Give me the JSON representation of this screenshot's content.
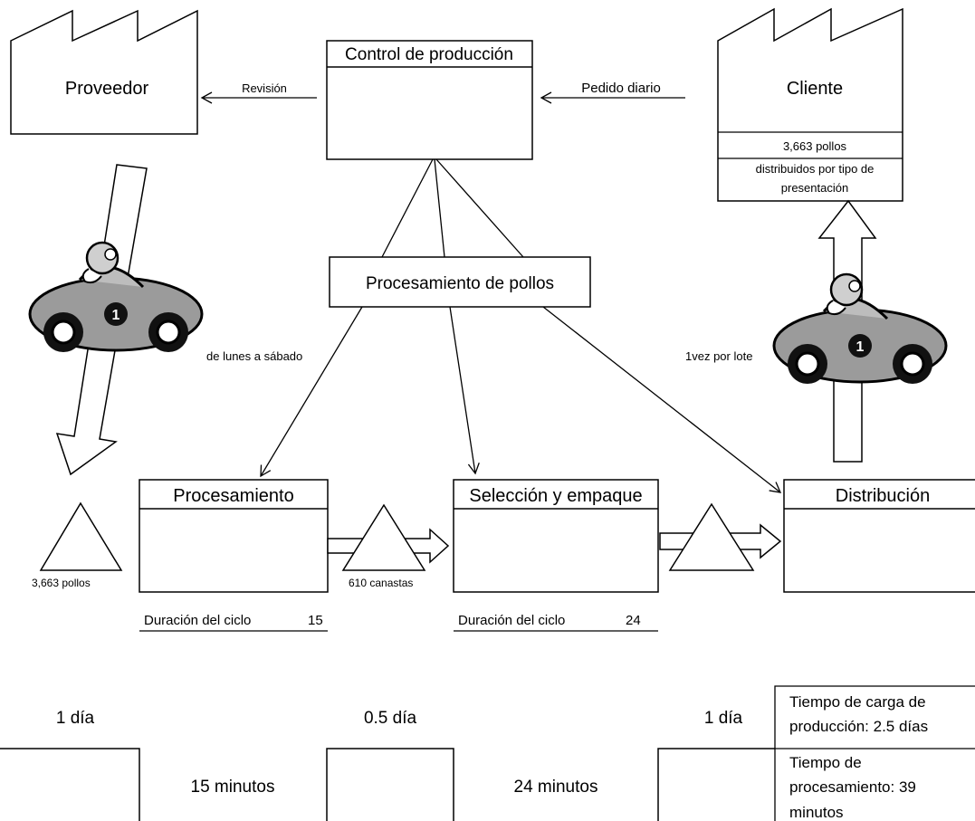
{
  "supplier": {
    "label": "Proveedor"
  },
  "customer": {
    "label": "Cliente",
    "demand": "3,663 pollos",
    "demand_note_1": "distribuidos por tipo de",
    "demand_note_2": "presentación"
  },
  "production_control": {
    "title": "Control de producción"
  },
  "info_flows": {
    "to_supplier": "Revisión",
    "from_customer": "Pedido diario"
  },
  "schedule": {
    "label": "Procesamiento de pollos"
  },
  "delivery": {
    "inbound_freq": "de lunes a sábado",
    "outbound_freq": "1vez por lote"
  },
  "inventory": [
    {
      "label": "3,663 pollos"
    },
    {
      "label": "610 canastas"
    }
  ],
  "processes": [
    {
      "title": "Procesamiento",
      "cycle_label": "Duración del ciclo",
      "cycle_value": "15"
    },
    {
      "title": "Selección y empaque",
      "cycle_label": "Duración del ciclo",
      "cycle_value": "24"
    },
    {
      "title": "Distribución"
    }
  ],
  "timeline": {
    "wait": [
      "1 día",
      "0.5 día",
      "1 día"
    ],
    "process": [
      "15 minutos",
      "24 minutos"
    ],
    "summary_lead_1": "Tiempo de carga de",
    "summary_lead_2": "producción: 2.5 días",
    "summary_proc_1": "Tiempo de",
    "summary_proc_2": "procesamiento: 39",
    "summary_proc_3": "minutos"
  }
}
